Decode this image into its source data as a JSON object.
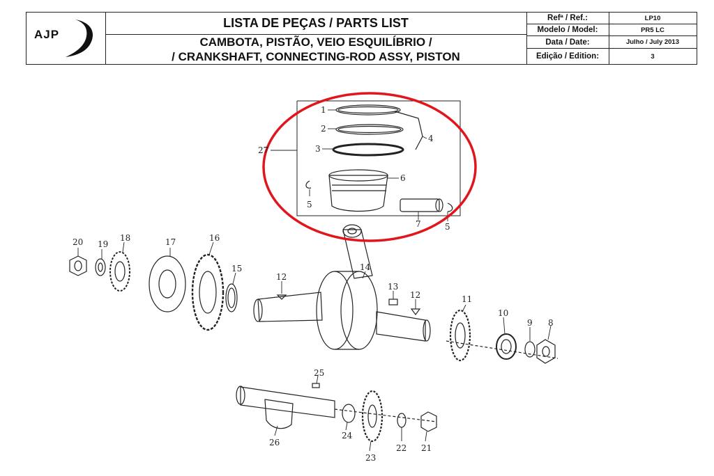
{
  "header": {
    "logo": "AJP",
    "title_top": "LISTA DE PEÇAS / PARTS LIST",
    "title_line1": "CAMBOTA, PISTÃO,  VEIO ESQUILÍBRIO /",
    "title_line2": "/ CRANKSHAFT,  CONNECTING-ROD ASSY, PISTON",
    "meta": [
      {
        "label": "Refª / Ref.:",
        "value": "LP10"
      },
      {
        "label": "Modelo / Model:",
        "value": "PR5 LC"
      },
      {
        "label": "Data / Date:",
        "value": "Julho / July 2013"
      },
      {
        "label": "Edição / Edition:",
        "value": "3"
      }
    ]
  },
  "callouts": [
    "1",
    "2",
    "3",
    "4",
    "5",
    "6",
    "5",
    "7",
    "27",
    "20",
    "19",
    "18",
    "17",
    "16",
    "15",
    "12",
    "14",
    "13",
    "12",
    "11",
    "10",
    "9",
    "8",
    "25",
    "26",
    "24",
    "23",
    "22",
    "21"
  ],
  "highlight_color": "#e0161c"
}
